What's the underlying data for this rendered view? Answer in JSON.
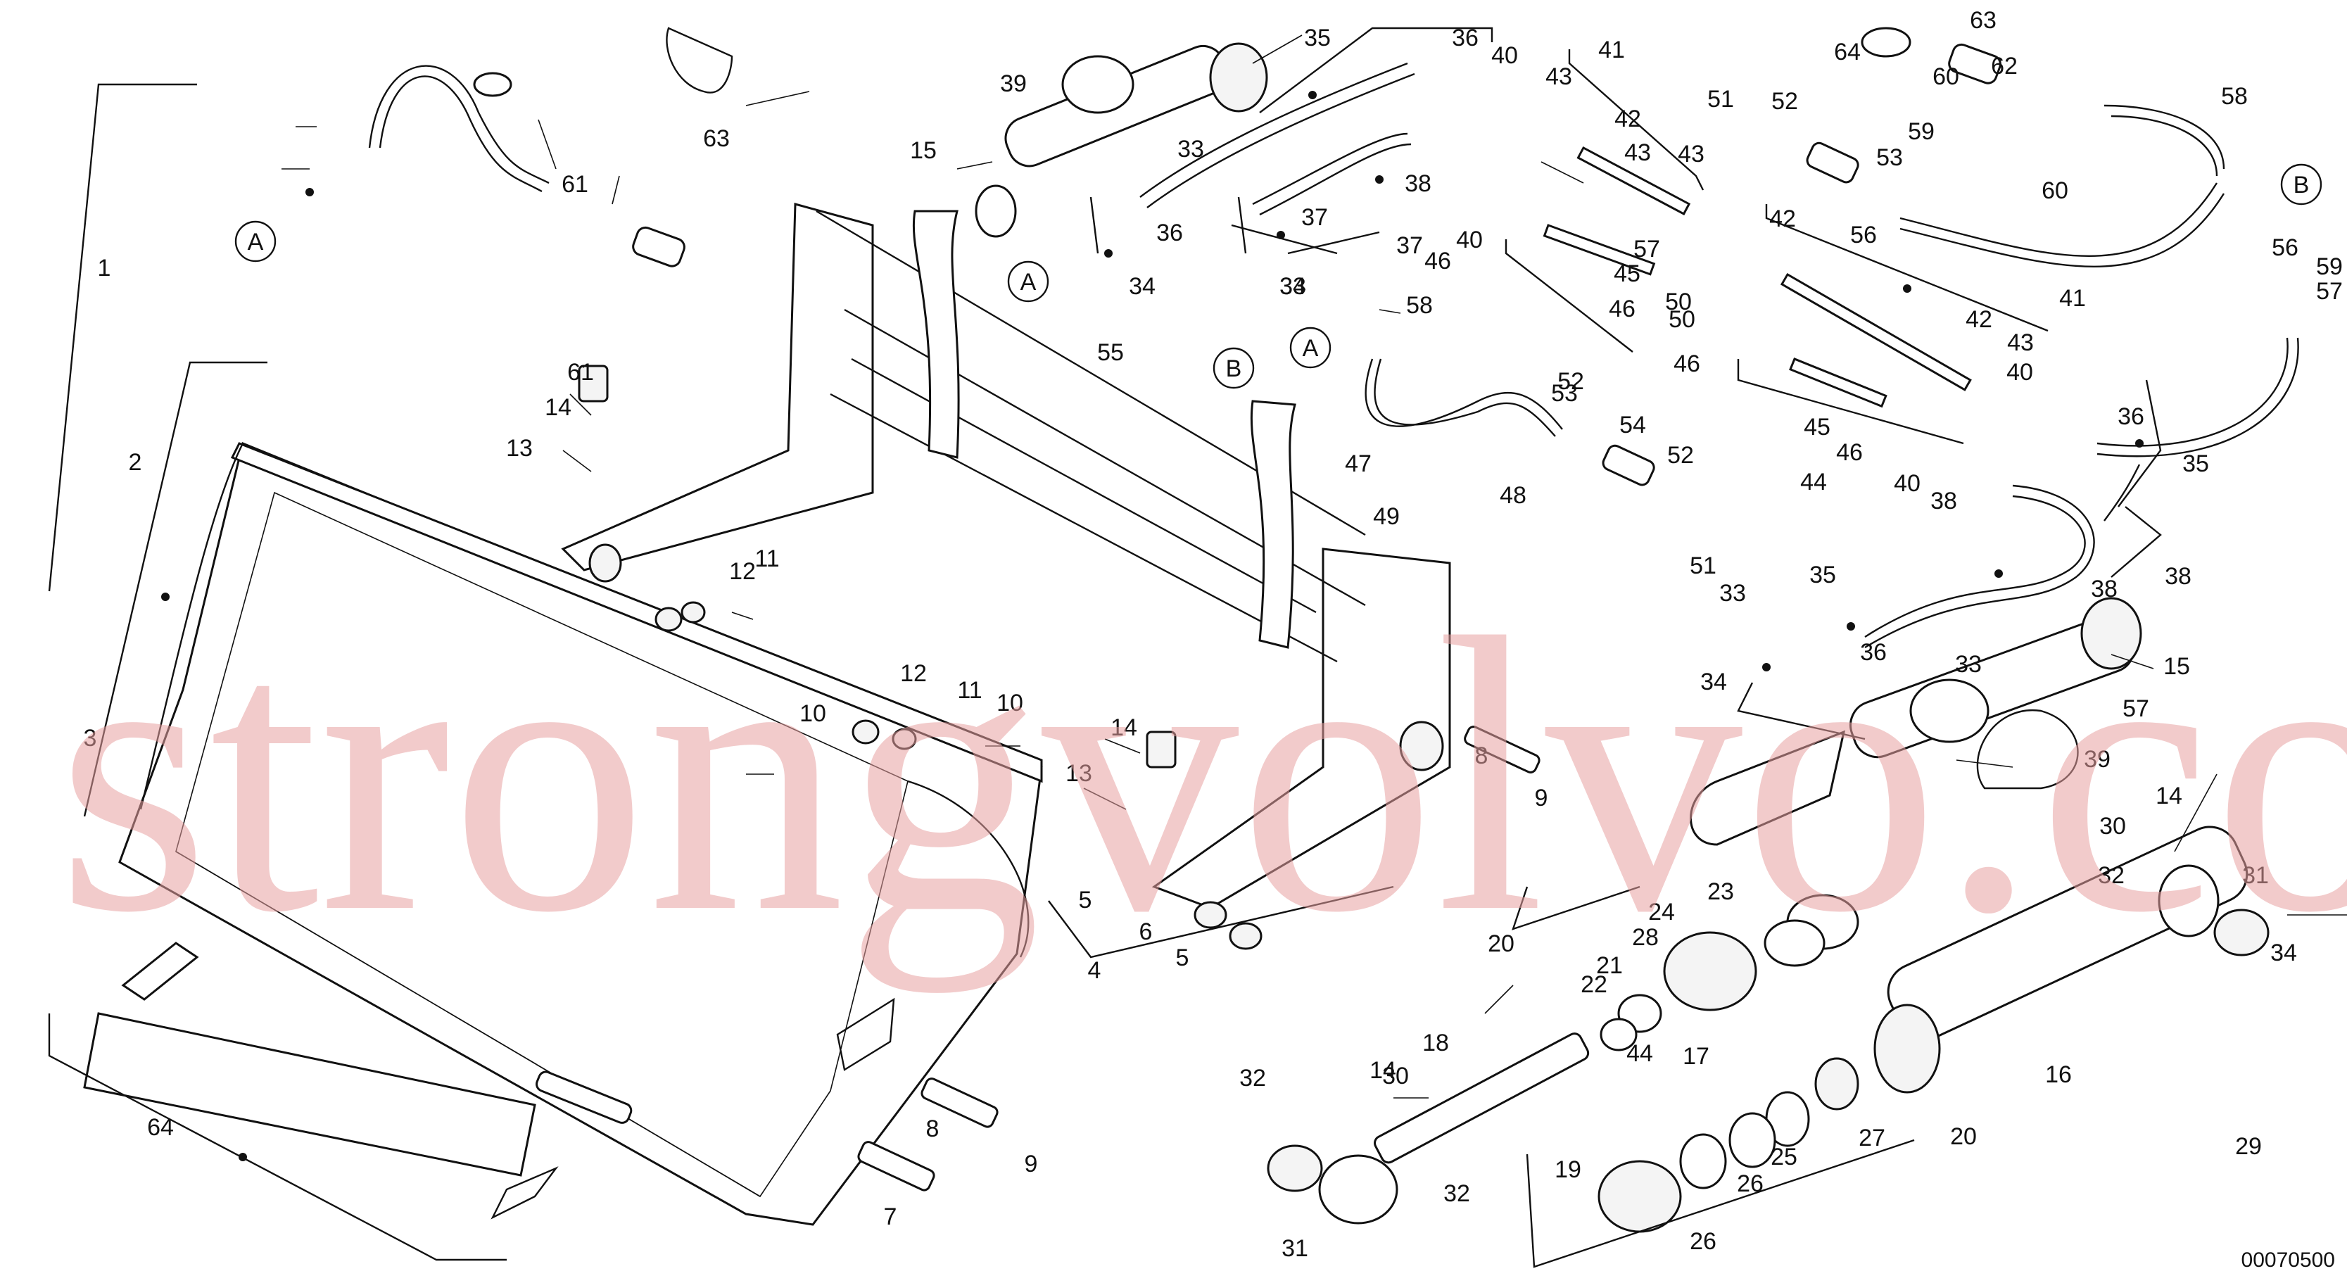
{
  "drawing_number": "00070500",
  "watermark": "strongvolvo.com",
  "reference_markers": [
    "A",
    "A",
    "A",
    "B",
    "B"
  ],
  "callouts": [
    "1",
    "2",
    "3",
    "4",
    "5",
    "5",
    "6",
    "7",
    "8",
    "8",
    "9",
    "9",
    "10",
    "10",
    "11",
    "11",
    "12",
    "12",
    "13",
    "13",
    "14",
    "14",
    "14",
    "14",
    "15",
    "15",
    "16",
    "17",
    "18",
    "19",
    "20",
    "20",
    "21",
    "22",
    "23",
    "24",
    "25",
    "26",
    "26",
    "27",
    "28",
    "29",
    "30",
    "30",
    "31",
    "31",
    "32",
    "32",
    "32",
    "33",
    "33",
    "33",
    "33",
    "34",
    "34",
    "34",
    "34",
    "35",
    "35",
    "35",
    "36",
    "36",
    "36",
    "36",
    "37",
    "37",
    "38",
    "38",
    "38",
    "38",
    "39",
    "39",
    "40",
    "40",
    "40",
    "40",
    "41",
    "41",
    "42",
    "42",
    "42",
    "43",
    "43",
    "43",
    "43",
    "44",
    "44",
    "45",
    "45",
    "46",
    "46",
    "46",
    "46",
    "47",
    "48",
    "49",
    "50",
    "50",
    "51",
    "51",
    "52",
    "52",
    "52",
    "53",
    "53",
    "54",
    "55",
    "56",
    "56",
    "57",
    "57",
    "57",
    "58",
    "58",
    "59",
    "59",
    "60",
    "60",
    "61",
    "61",
    "62",
    "63",
    "63",
    "64",
    "64"
  ]
}
